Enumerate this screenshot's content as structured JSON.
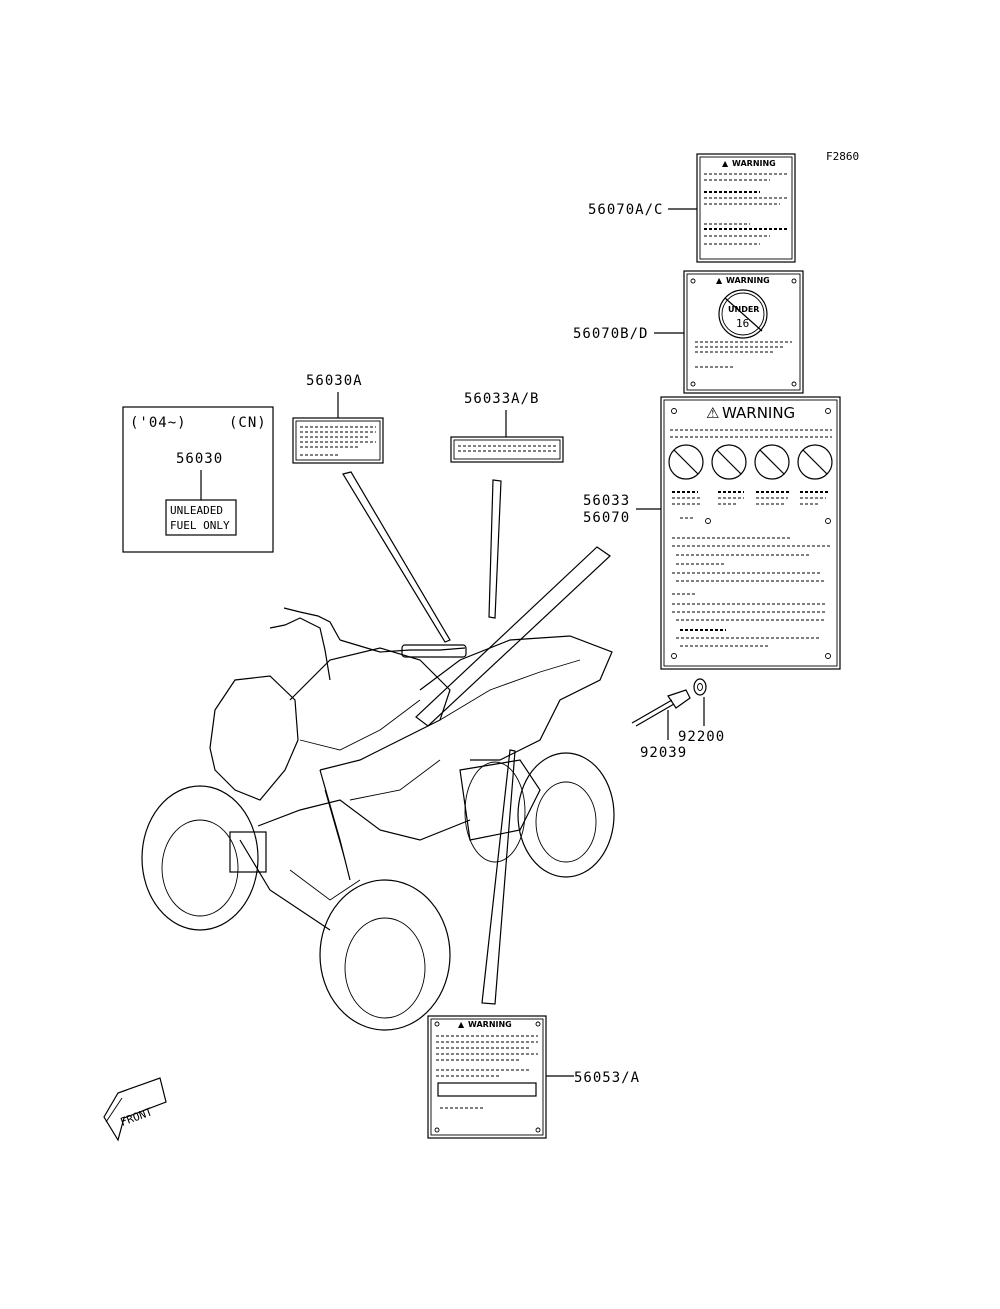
{
  "figure_code": "F2860",
  "parts": {
    "p56070AC": "56070A/C",
    "p56070BD": "56070B/D",
    "p56030A": "56030A",
    "p56033AB": "56033A/B",
    "p56033": "56033",
    "p56070": "56070",
    "p56030": "56030",
    "p92200": "92200",
    "p92039": "92039",
    "p56053A": "56053/A"
  },
  "inset": {
    "year": "('04~)",
    "region": "(CN)",
    "decal_line1": "UNLEADED",
    "decal_line2": "FUEL ONLY"
  },
  "decals": {
    "warning": "WARNING",
    "under_line1": "UNDER",
    "under_line2": "16"
  },
  "front_arrow": "FRONT"
}
